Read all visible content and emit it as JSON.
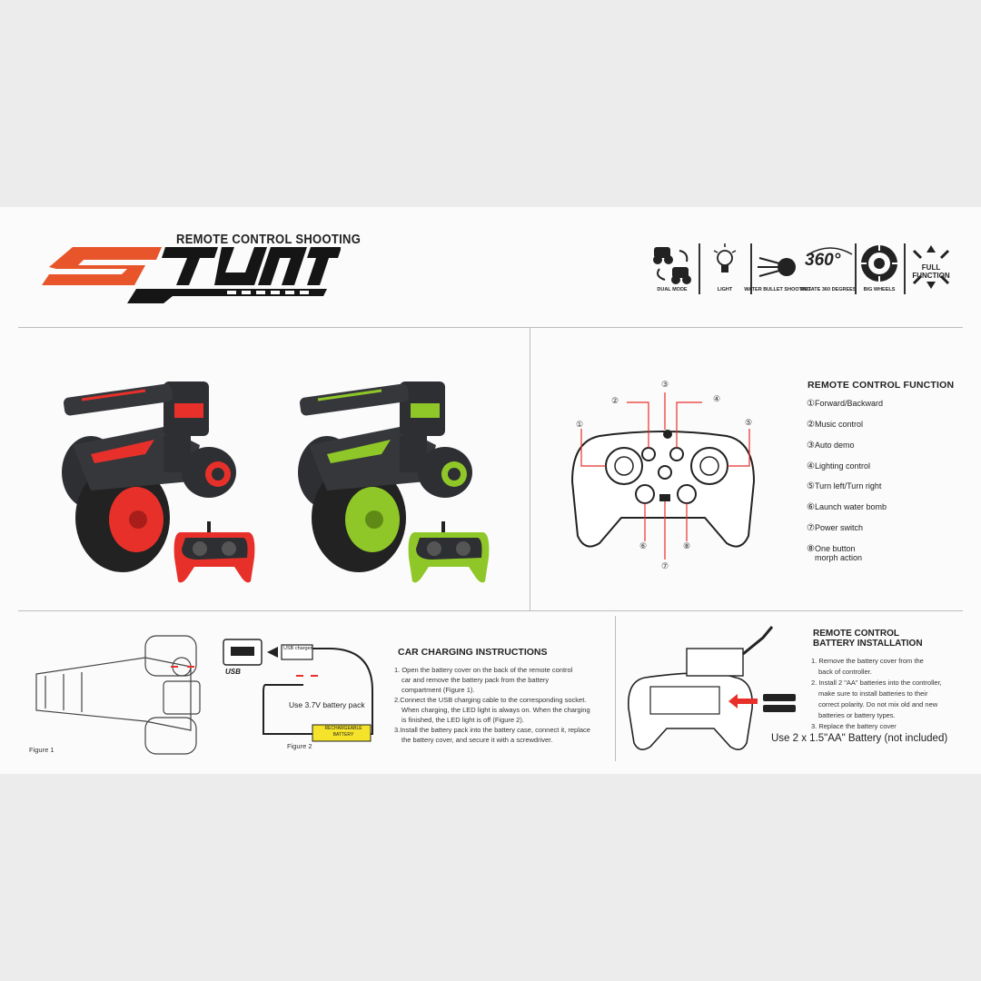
{
  "header": {
    "tagline": "REMOTE CONTROL SHOOTING",
    "logo_text": "STUNT"
  },
  "features": [
    {
      "label": "DUAL MODE",
      "icon": "dual-mode-icon"
    },
    {
      "label": "LIGHT",
      "icon": "light-bulb-icon"
    },
    {
      "label": "WATER BULLET SHOOTING",
      "icon": "water-bullet-icon"
    },
    {
      "label": "ROTATE 360 DEGREES",
      "icon": "rotate-360-icon"
    },
    {
      "label": "BIG WHEELS",
      "icon": "big-wheel-icon"
    },
    {
      "label": "FULL FUNCTION",
      "icon": "arrows-icon"
    }
  ],
  "rotate_badge": "360°",
  "remote_function": {
    "title": "REMOTE CONTROL FUNCTION",
    "items": [
      {
        "num": "①",
        "text": "Forward/Backward"
      },
      {
        "num": "②",
        "text": "Music control"
      },
      {
        "num": "③",
        "text": "Auto demo"
      },
      {
        "num": "④",
        "text": "Lighting control"
      },
      {
        "num": "⑤",
        "text": "Turn left/Turn right"
      },
      {
        "num": "⑥",
        "text": "Launch water bomb"
      },
      {
        "num": "⑦",
        "text": "Power switch"
      },
      {
        "num": "⑧",
        "text": "One button",
        "text2": "morph action"
      }
    ],
    "callouts": [
      "①",
      "②",
      "③",
      "④",
      "⑤",
      "⑥",
      "⑦",
      "⑧"
    ]
  },
  "charging": {
    "title": "CAR CHARGING INSTRUCTIONS",
    "steps": [
      "1. Open the battery cover on the back of the remote control",
      "car and remove the battery pack from the battery",
      "compartment (Figure 1).",
      "2.Connect the USB charging cable to the corresponding socket.",
      "When charging, the LED light is always on. When the charging",
      "is finished, the LED light is off (Figure 2).",
      "3.Install the battery pack into the battery case, connect it, replace",
      "the battery cover, and secure it with a screwdriver."
    ],
    "battery_pack_text": "Use 3.7V battery pack",
    "rechargeable_label_1": "RECHARGEABLE",
    "rechargeable_label_2": "BATTERY",
    "usb_label": "USB",
    "usb_charger_label": "USB charger",
    "figure1": "Figure 1",
    "figure2": "Figure 2"
  },
  "battery_install": {
    "title_1": "REMOTE CONTROL",
    "title_2": "BATTERY INSTALLATION",
    "steps": [
      "1. Remove the battery cover from the",
      "back of controller.",
      "2. Install 2 \"AA\" batteries into the controller,",
      "make sure to install batteries to their",
      "correct polarity. Do not mix old and new",
      "batteries or battery types.",
      "3. Replace the battery cover"
    ],
    "note": "Use 2 x 1.5\"AA\" Battery (not included)"
  },
  "colors": {
    "accent_orange": "#e8552a",
    "car_red": "#e8302a",
    "car_green": "#8fc728",
    "body_dark": "#2d2f33"
  }
}
